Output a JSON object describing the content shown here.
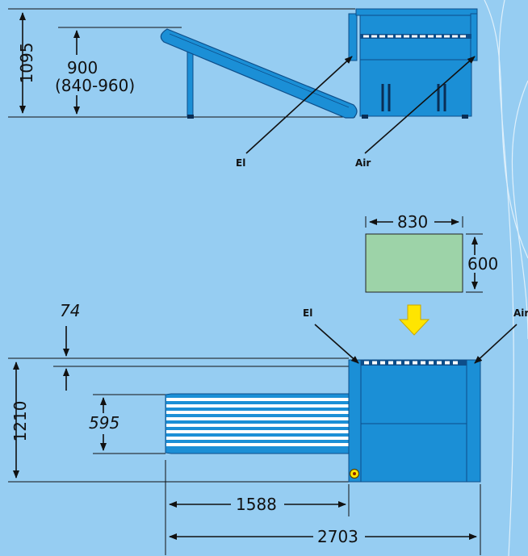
{
  "side_view": {
    "height_total": "1095",
    "working_height": "900",
    "working_height_range": "(840-960)",
    "label_el": "El",
    "label_air": "Air"
  },
  "top_view": {
    "depth_total": "1210",
    "offset": "74",
    "feed_width": "595",
    "feed_length": "1588",
    "total_length": "2703",
    "label_el": "El",
    "label_air": "Air"
  },
  "footprint": {
    "width": "830",
    "depth": "600"
  },
  "colors": {
    "background": "#96CDF2",
    "machine_blue": "#1B8FD6",
    "machine_dark": "#0D4E8A",
    "footprint_green": "#9DD3A8",
    "arrow_yellow": "#FFE500"
  },
  "icons": {
    "down_arrow": "down-arrow-icon",
    "connector": "connector-icon"
  }
}
